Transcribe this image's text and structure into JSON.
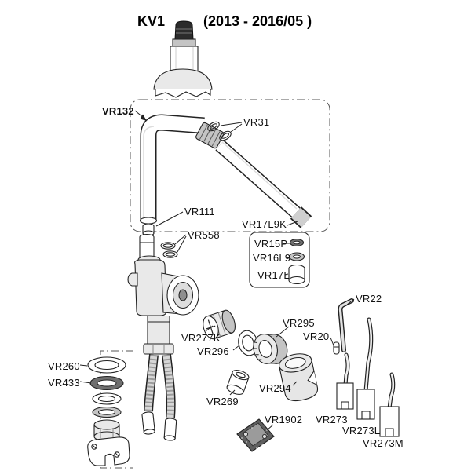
{
  "title": {
    "model": "KV1",
    "range": "(2013 - 2016/05 )"
  },
  "labels": {
    "vr132": "VR132",
    "vr31": "VR31",
    "vr111": "VR111",
    "vr558": "VR558",
    "vr17l9k": "VR17L9K",
    "vr15p": "VR15P",
    "vr16l9": "VR16L9",
    "vr17l": "VR17L",
    "vr22": "VR22",
    "vr295": "VR295",
    "vr20": "VR20",
    "vr277k": "VR277K",
    "vr296": "VR296",
    "vr294": "VR294",
    "vr260": "VR260",
    "vr433": "VR433",
    "vr269": "VR269",
    "vr1902": "VR1902",
    "vr273": "VR273",
    "vr273l": "VR273L",
    "vr273m": "VR273M"
  },
  "colors": {
    "line": "#222222",
    "dark_part": "#2b2b2b",
    "mid_gray": "#c4c4c4",
    "plate_dark": "#5f5f5f"
  }
}
